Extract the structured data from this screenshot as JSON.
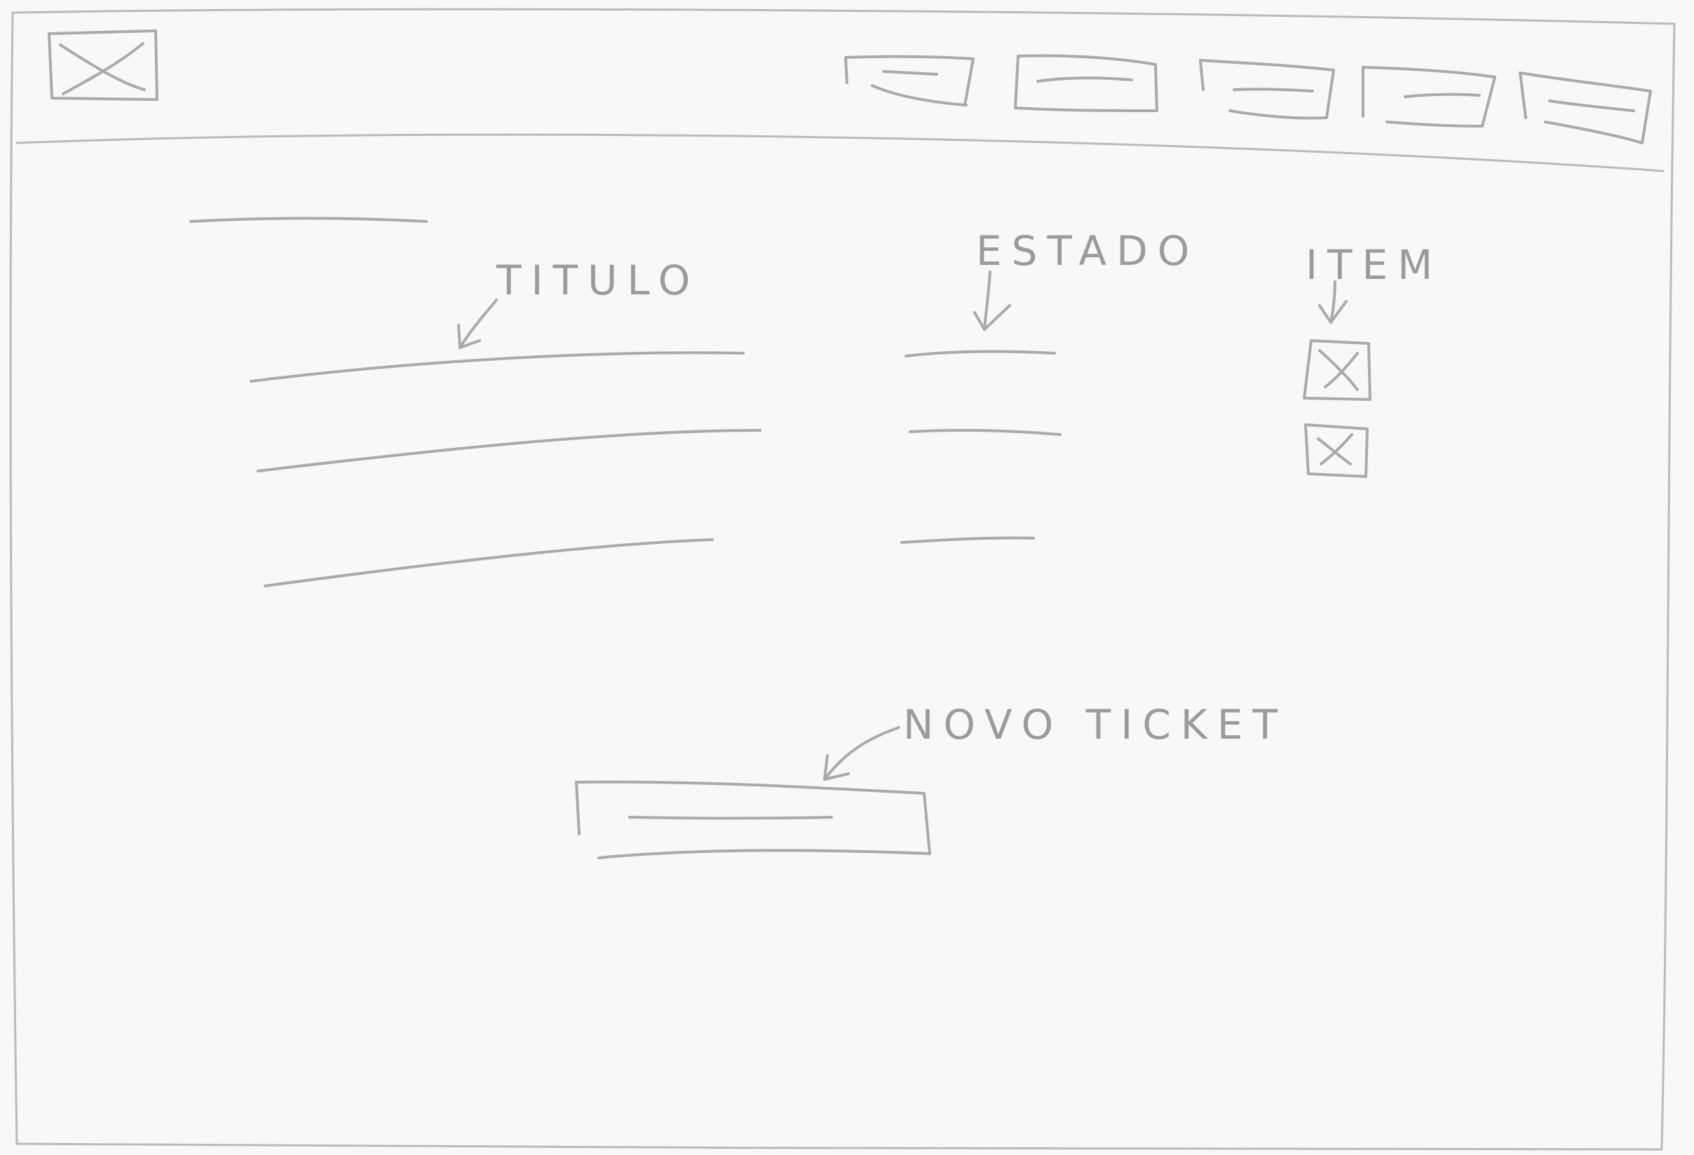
{
  "columns": {
    "title_label": "TITULO",
    "state_label": "ESTADO",
    "item_label": "ITEM"
  },
  "actions": {
    "new_ticket_label": "NOVO TICKET"
  },
  "icons": {
    "logo": "image-placeholder-icon",
    "item_checkbox": "checked-x-icon"
  },
  "colors": {
    "paper": "#f7f8f7",
    "pencil": "#a9aaa9"
  }
}
